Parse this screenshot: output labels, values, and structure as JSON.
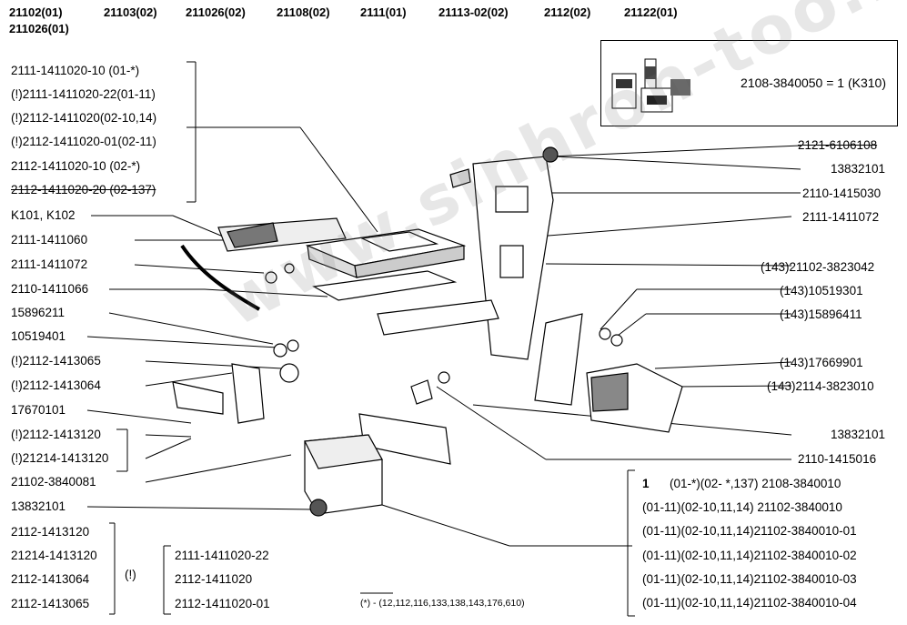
{
  "header": {
    "models": [
      "21102(01)",
      "21103(02)",
      "211026(02)",
      "21108(02)",
      "2111(01)",
      "21113-02(02)",
      "2112(02)",
      "21122(01)",
      "211026(01)"
    ]
  },
  "kit": {
    "label": "2108-3840050 = 1 (K310)"
  },
  "left_group_1": [
    "2111-1411020-10    (01-*)",
    "(!)2111-1411020-22(01-11)",
    "(!)2112-1411020(02-10,14)",
    "(!)2112-1411020-01(02-11)",
    "2112-1411020-10    (02-*)",
    "2112-1411020-20 (02-137)"
  ],
  "left_labels": [
    "K101, K102",
    "2111-1411060",
    "2111-1411072",
    "2110-1411066",
    "15896211",
    "10519401",
    "(!)2112-1413065",
    "(!)2112-1413064",
    "17670101",
    "(!)2112-1413120",
    "(!)21214-1413120",
    "21102-3840081",
    "13832101"
  ],
  "bottom_left": [
    "2112-1413120",
    "21214-1413120",
    "2112-1413064",
    "2112-1413065"
  ],
  "bottom_mark": "(!)",
  "bottom_mid": [
    "2111-1411020-22",
    "2112-1411020",
    "2112-1411020-01"
  ],
  "right_labels": [
    "2121-6106108",
    "13832101",
    "2110-1415030",
    "2111-1411072",
    "(143)21102-3823042",
    "(143)10519301",
    "(143)15896411",
    "(143)17669901",
    "(143)2114-3823010",
    "13832101",
    "2110-1415016"
  ],
  "right_table": {
    "qty": "1",
    "rows": [
      "(01-*)(02- *,137)      2108-3840010",
      "(01-11)(02-10,11,14)  21102-3840010",
      "(01-11)(02-10,11,14)21102-3840010-01",
      "(01-11)(02-10,11,14)21102-3840010-02",
      "(01-11)(02-10,11,14)21102-3840010-03",
      "(01-11)(02-10,11,14)21102-3840010-04"
    ]
  },
  "footnote": "(*)  -  (12,112,116,133,138,143,176,610)",
  "watermark": "www.sinhron-too.kz"
}
